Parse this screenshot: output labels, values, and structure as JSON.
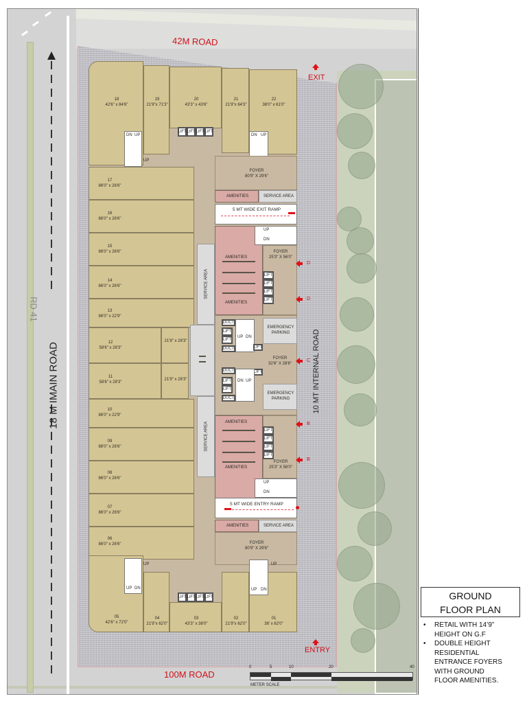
{
  "title": "GROUND FLOOR PLAN",
  "notes": [
    "RETAIL WITH 14’9” HEIGHT ON G.F",
    "DOUBLE HEIGHT RESIDENTIAL ENTRANCE FOYERS WITH GROUND FLOOR AMENITIES."
  ],
  "notes_lines": {
    "n1a": "RETAIL WITH 14’9”",
    "n1b": "HEIGHT ON G.F",
    "n2a": "DOUBLE HEIGHT",
    "n2b": "RESIDENTIAL",
    "n2c": "ENTRANCE FOYERS",
    "n2d": "WITH GROUND",
    "n2e": "FLOOR AMENITIES."
  },
  "roads": {
    "top": "42M ROAD",
    "bottom": "100M  ROAD",
    "left": "18 M IMAIN ROAD",
    "left_tag": "RD 41",
    "internal": "10 MT INTERNAL ROAD"
  },
  "markers": {
    "exit": "EXIT",
    "entry": "ENTRY",
    "arrow_color": "#e01018"
  },
  "shops": {
    "s18": {
      "num": "18",
      "size": "42'6\" x 84'6\""
    },
    "s19": {
      "num": "19",
      "size": "21'9\"x 71'3\""
    },
    "s20": {
      "num": "20",
      "size": "43'3\" x 43'6\""
    },
    "s21": {
      "num": "21",
      "size": "21'9\"x 64'3\""
    },
    "s22": {
      "num": "22",
      "size": "38'0\" x 61'0\""
    },
    "s17": {
      "num": "17",
      "size": "86'0\" x 26'6\""
    },
    "s16": {
      "num": "16",
      "size": "86'0\" x 26'6\""
    },
    "s15": {
      "num": "15",
      "size": "86'0\" x 26'6\""
    },
    "s14": {
      "num": "14",
      "size": "86'0\" x 26'6\""
    },
    "s13": {
      "num": "13",
      "size": "86'0\" x 22'9\""
    },
    "s12": {
      "num": "12",
      "size": "58'6\" x 28'3\""
    },
    "s12b": {
      "size": "21'9\" x 28'3\""
    },
    "s11": {
      "num": "11",
      "size": "58'6\" x 28'3\""
    },
    "s11b": {
      "size": "21'9\" x 28'3\""
    },
    "s10": {
      "num": "10",
      "size": "86'0\" x 22'9\""
    },
    "s09": {
      "num": "09",
      "size": "86'0\" x 26'6\""
    },
    "s08": {
      "num": "08",
      "size": "86'0\" x 26'6\""
    },
    "s07": {
      "num": "07",
      "size": "86'0\" x 26'6\""
    },
    "s06": {
      "num": "06",
      "size": "86'0\" x 26'6\""
    },
    "s05": {
      "num": "05",
      "size": "42'6\" x 72'0\""
    },
    "s04": {
      "num": "04",
      "size": "21'9\"x 62'0\""
    },
    "s03": {
      "num": "03",
      "size": "43'3\" x 38'0\""
    },
    "s02": {
      "num": "02",
      "size": "21'9\"x 62'0\""
    },
    "s01": {
      "num": "01",
      "size": "38' x 62'0\""
    }
  },
  "spaces": {
    "foyer_top": {
      "name": "FOYER",
      "size": "80'9\" X 29'6\""
    },
    "foyer_bottom": {
      "name": "FOYER",
      "size": "80'9\" X 29'6\""
    },
    "foyer_d": {
      "name": "FOYER",
      "size": "25'3\" X 56'0\""
    },
    "foyer_c": {
      "name": "FOYER",
      "size": "32'6\" X 28'6\""
    },
    "foyer_b": {
      "name": "FOYER",
      "size": "25'3\" X 56'0\""
    },
    "amenities": "AMENITIES",
    "service_area": "SERVICE AREA",
    "exit_ramp": "5 MT WIDE EXIT RAMP",
    "entry_ramp": "5 MT WIDE ENTRY RAMP",
    "emergency_parking_1": "EMERGENCY",
    "emergency_parking_2": "PARKING",
    "lift": "LIFT",
    "duct": "DUCT",
    "up": "UP",
    "dn": "DN"
  },
  "blocks": {
    "d": "D",
    "c": "C",
    "b": "B"
  },
  "scale": {
    "label": "METER SCALE",
    "ticks": [
      "0",
      "5",
      "10",
      "20",
      "40"
    ]
  }
}
